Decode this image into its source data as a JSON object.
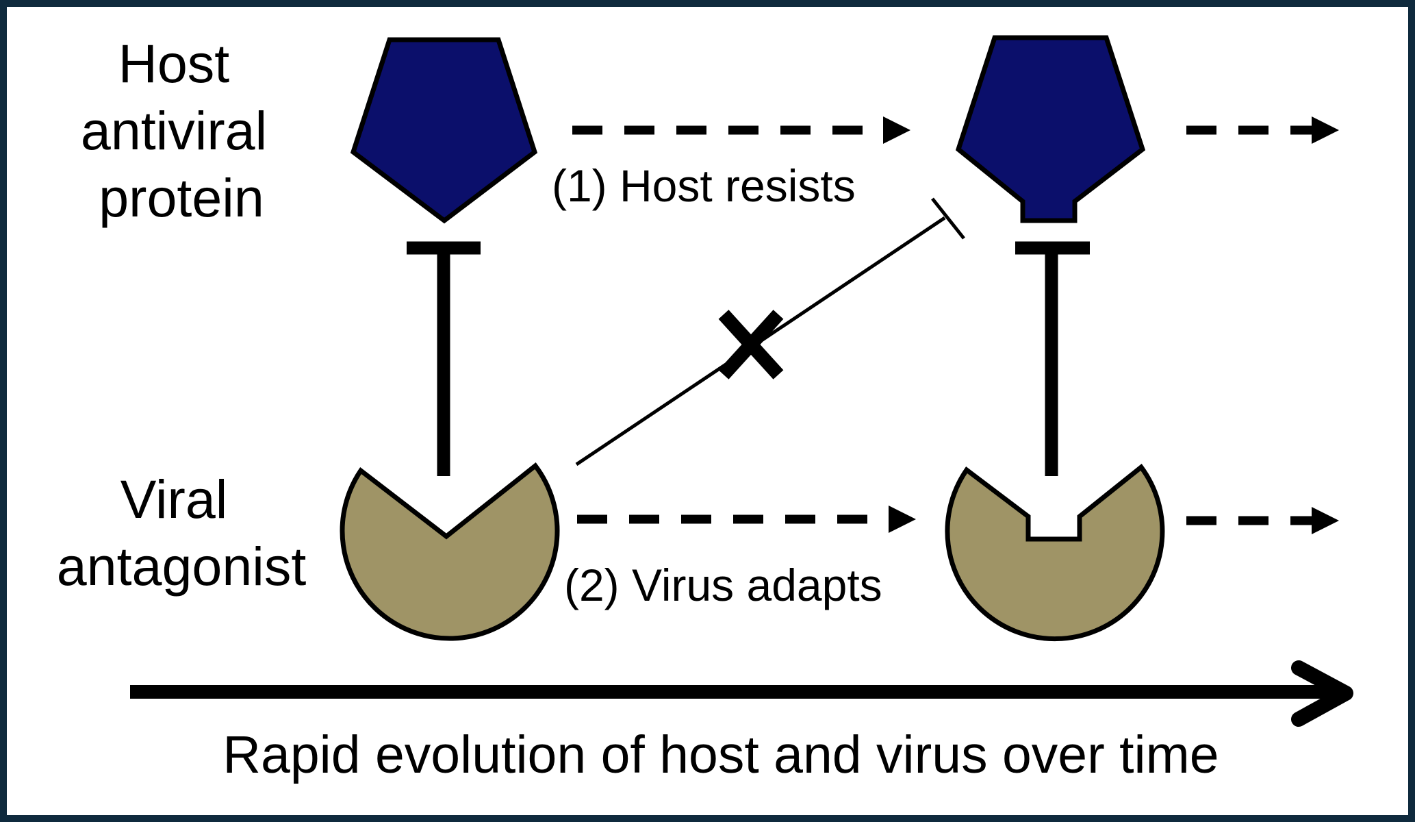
{
  "labels": {
    "host_line1": "Host",
    "host_line2": "antiviral",
    "host_line3": "protein",
    "viral_line1": "Viral",
    "viral_line2": "antagonist",
    "step1": "(1) Host resists",
    "step2": "(2) Virus adapts",
    "caption": "Rapid evolution of host and virus over time"
  },
  "colors": {
    "frame": "#0f2a3d",
    "host_protein": "#0b0f6b",
    "viral_antagonist": "#9f9466",
    "line": "#000000"
  },
  "icons": {
    "blocked_interaction": "cross-mark",
    "inhibition": "t-bar"
  }
}
